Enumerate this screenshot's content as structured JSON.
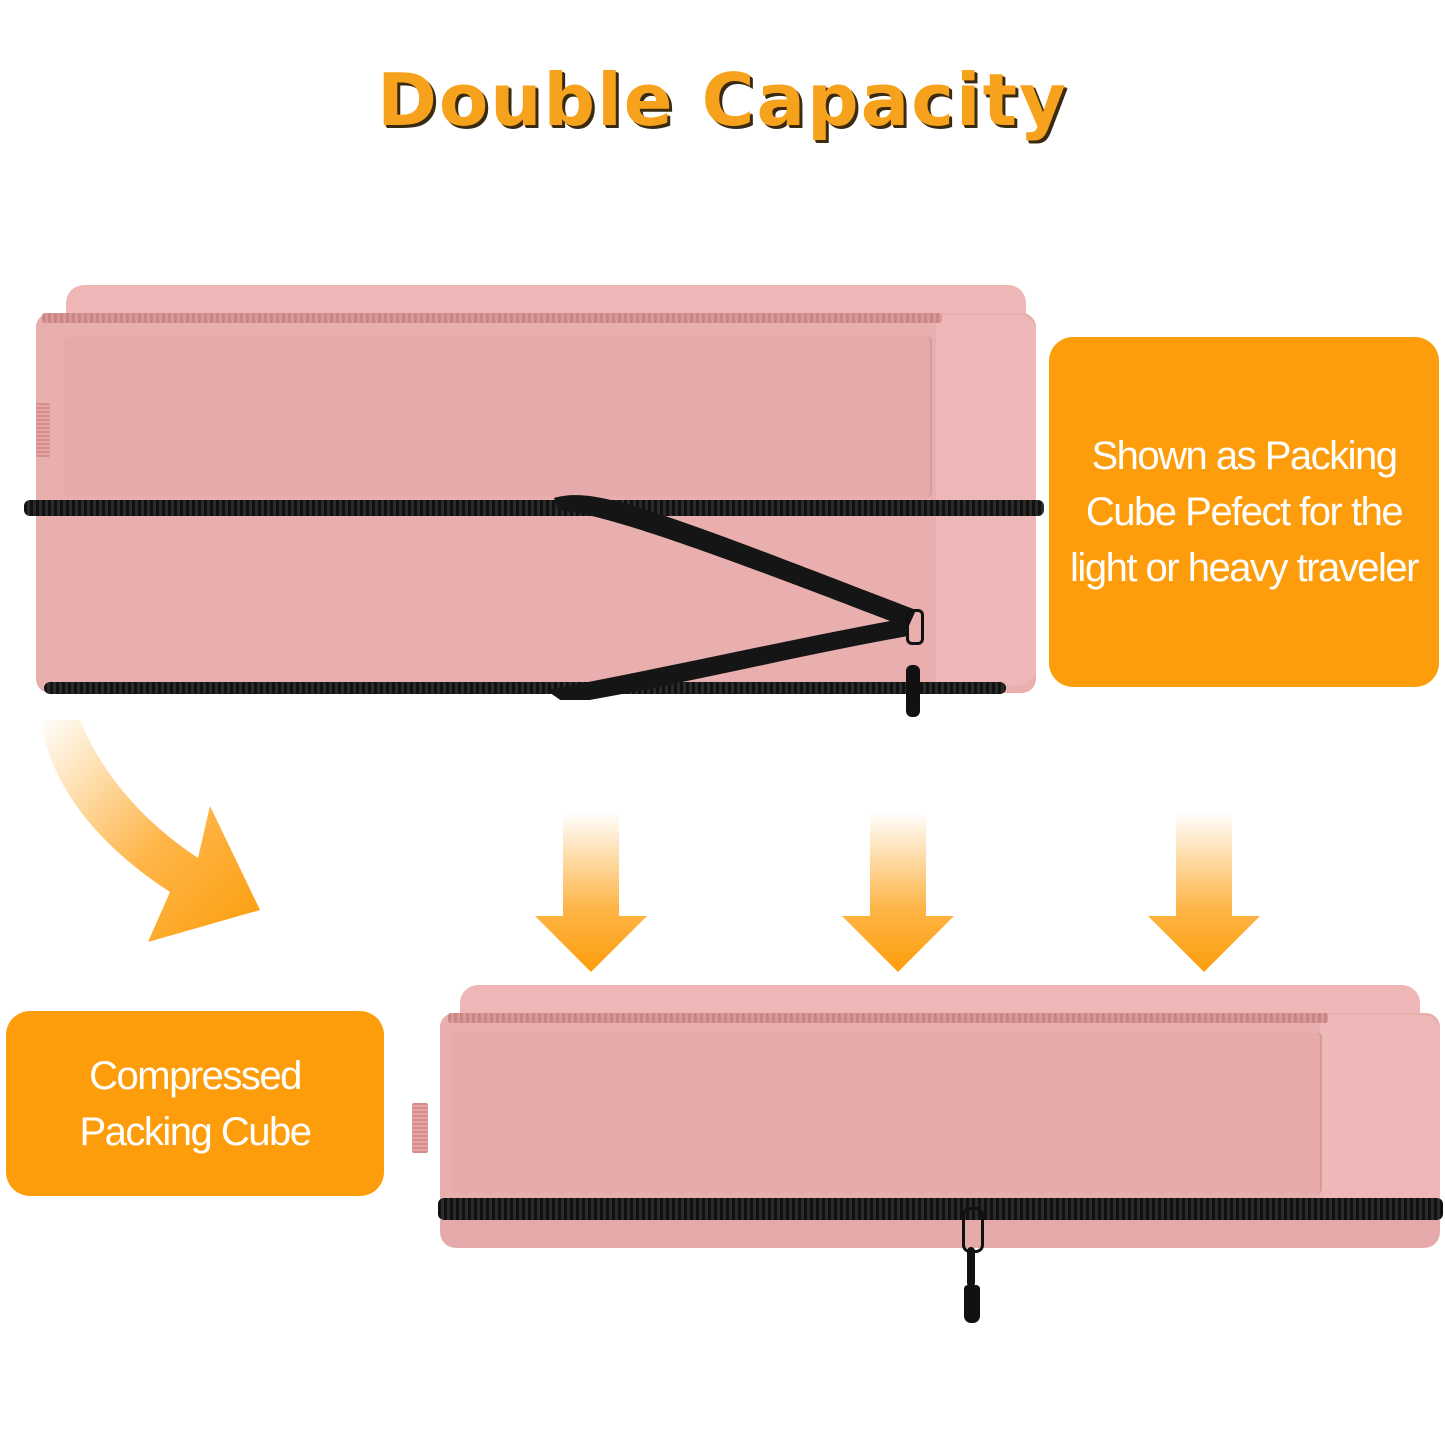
{
  "title": "Double Capacity",
  "callouts": {
    "expanded": {
      "lines": [
        "Shown as Packing",
        "Cube Pefect for the",
        "light or heavy traveler"
      ]
    },
    "compressed": {
      "lines": [
        "Compressed",
        "Packing Cube"
      ]
    }
  },
  "images": {
    "expanded_cube": "pink packing cube, expanded with compression zipper open",
    "compressed_cube": "pink packing cube, compressed with zipper closed"
  },
  "arrows": {
    "curved": "curved-arrow-down-right",
    "down": [
      "arrow-down",
      "arrow-down",
      "arrow-down"
    ]
  },
  "colors": {
    "accent_orange": "#fd9d0b",
    "title_orange": "#f7a21c",
    "cube_pink": "#e9afaf",
    "zipper_black": "#111111",
    "text_white": "#ffffff"
  }
}
